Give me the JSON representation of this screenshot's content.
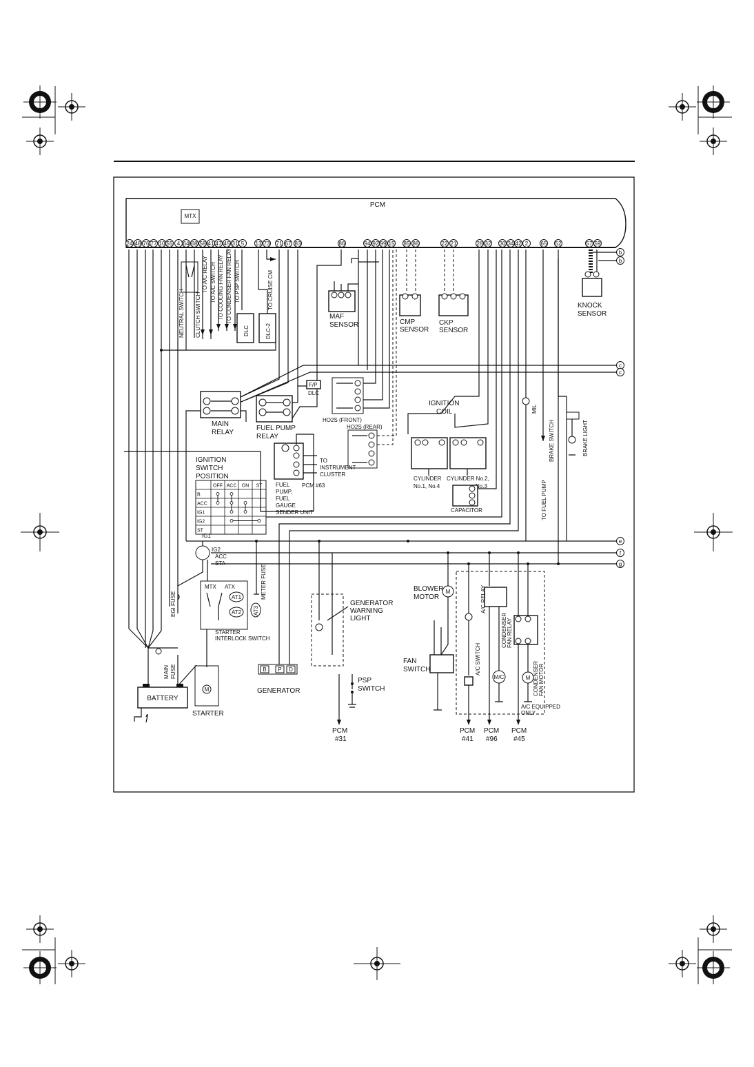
{
  "pcm": {
    "title": "PCM",
    "mtx": "MTX",
    "pins": [
      "24",
      "48",
      "76",
      "77",
      "10",
      "55",
      "4",
      "64",
      "68",
      "58",
      "41",
      "47",
      "45",
      "31",
      "5",
      "13",
      "73",
      "71",
      "67",
      "83",
      "86",
      "94",
      "92",
      "99",
      "15",
      "85",
      "86",
      "22",
      "21",
      "28",
      "32",
      "30",
      "34",
      "42",
      "2",
      "65",
      "52",
      "57",
      "59"
    ]
  },
  "side_markers": [
    "b",
    "b",
    "c",
    "c",
    "e",
    "f",
    "g"
  ],
  "labels": {
    "neutral_switch": "NEUTRAL SWITCH",
    "clutch_switch": "CLUTCH SWITCH",
    "to_ac_relay": "TO A/C RELAY",
    "to_ac_switch": "TO A/C SWITCH",
    "to_cooling_fan_relay": "TO COOLING FAN RELAY",
    "to_condenser_fan_relay": "TO CONDENSER FAN RELAY",
    "to_psp_switch": "TO PSP SWITCH",
    "dlc": "DLC",
    "dlc2": "DLC-2",
    "to_cruise": "TO CRUISE CM",
    "maf_sensor_1": "MAF",
    "maf_sensor_2": "SENSOR",
    "cmp_sensor_1": "CMP",
    "cmp_sensor_2": "SENSOR",
    "ckp_sensor_1": "CKP",
    "ckp_sensor_2": "SENSOR",
    "knock_sensor_1": "KNOCK",
    "knock_sensor_2": "SENSOR",
    "main_relay_1": "MAIN",
    "main_relay_2": "RELAY",
    "fuel_pump_relay_1": "FUEL PUMP",
    "fuel_pump_relay_2": "RELAY",
    "fp_dlc_tag": "F/P",
    "fp_dlc": "DLC",
    "ho2s_front": "HO2S (FRONT)",
    "ho2s_rear": "HO2S (REAR)",
    "ignition_coil_1": "IGNITION",
    "ignition_coil_2": "COIL",
    "cyl14_1": "CYLINDER",
    "cyl14_2": "No.1, No.4",
    "cyl23_1": "CYLINDER No.2,",
    "cyl23_2": "No.3",
    "capacitor": "CAPACITOR",
    "mil": "MIL",
    "brake_switch": "BRAKE SWITCH",
    "brake_light": "BRAKE LIGHT",
    "to_fuel_pump": "TO FUEL PUMP",
    "ign_pos_1": "IGNITION",
    "ign_pos_2": "SWITCH",
    "ign_pos_3": "POSITION",
    "fuel_pump_1": "FUEL",
    "fuel_pump_2": "PUMP,",
    "fuel_pump_3": "FUEL",
    "fuel_pump_4": "GAUGE",
    "fuel_pump_5": "SENDER UNIT",
    "to_instrument_1": "TO",
    "to_instrument_2": "INSTRUMENT",
    "to_instrument_3": "CLUSTER",
    "pcm63": "PCM #63",
    "ig1": "IG1",
    "ig2": "IG2",
    "acc": "ACC",
    "sta": "STA",
    "mtx2": "MTX",
    "atx": "ATX",
    "at1": "AT1",
    "at2": "AT2",
    "at3": "AT3",
    "starter_interlock_1": "STARTER",
    "starter_interlock_2": "INTERLOCK SWITCH",
    "egi_fuse": "EGI FUSE",
    "meter_fuse": "METER FUSE",
    "main_fuse_1": "MAIN",
    "main_fuse_2": "FUSE",
    "battery": "BATTERY",
    "starter": "STARTER",
    "generator": "GENERATOR",
    "gen_b": "B",
    "gen_p": "P",
    "gen_d": "D",
    "gen_warn_1": "GENERATOR",
    "gen_warn_2": "WARNING",
    "gen_warn_3": "LIGHT",
    "psp_1": "PSP",
    "psp_2": "SWITCH",
    "pcm31_1": "PCM",
    "pcm31_2": "#31",
    "blower_1": "BLOWER",
    "blower_2": "MOTOR",
    "fan_switch_1": "FAN",
    "fan_switch_2": "SWITCH",
    "ac_relay": "A/C RELAY",
    "ac_switch": "A/C SWITCH",
    "cond_fan_relay_1": "CONDENSER",
    "cond_fan_relay_2": "FAN RELAY",
    "cond_fan_motor_1": "CONDENSER",
    "cond_fan_motor_2": "FAN MOTOR",
    "ac_equipped_1": "A/C EQUIPPED",
    "ac_equipped_2": "ONLY",
    "mc": "M/C",
    "m": "M",
    "pcm41_1": "PCM",
    "pcm41_2": "#41",
    "pcm96_1": "PCM",
    "pcm96_2": "#96",
    "pcm45_1": "PCM",
    "pcm45_2": "#45"
  },
  "ignition_table": {
    "headers": [
      "OFF",
      "ACC",
      "ON",
      "ST"
    ],
    "rows": [
      "B",
      "ACC",
      "IG1",
      "IG2",
      "ST"
    ]
  }
}
